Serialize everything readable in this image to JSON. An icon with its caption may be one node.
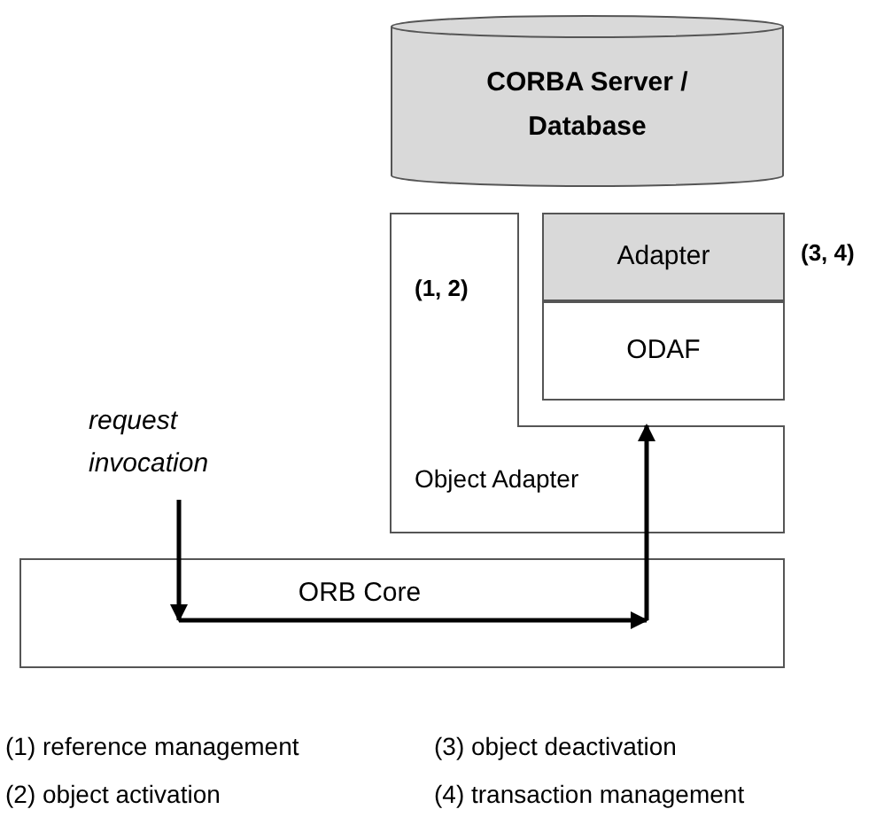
{
  "diagram": {
    "nodes": [
      {
        "text": [
          "CORBA Server / Database"
        ]
      },
      {
        "text": [
          "(1, 2)",
          "Object Adapter"
        ]
      },
      {
        "text": [
          "Adapter"
        ],
        "beside": [
          "(3, 4)"
        ]
      },
      {
        "text": [
          "ODAF"
        ]
      },
      {
        "text": [
          "ORB Core"
        ]
      },
      {
        "text": [
          "request invocation"
        ]
      }
    ],
    "edges": [
      {
        "from": 5,
        "to": 4,
        "arrow": "to"
      },
      {
        "from": 4,
        "to": 1,
        "arrow": "to"
      }
    ],
    "labels": [
      "(1) reference management",
      "(3) object deactivation",
      "(2) object activation",
      "(4) transaction management"
    ]
  }
}
